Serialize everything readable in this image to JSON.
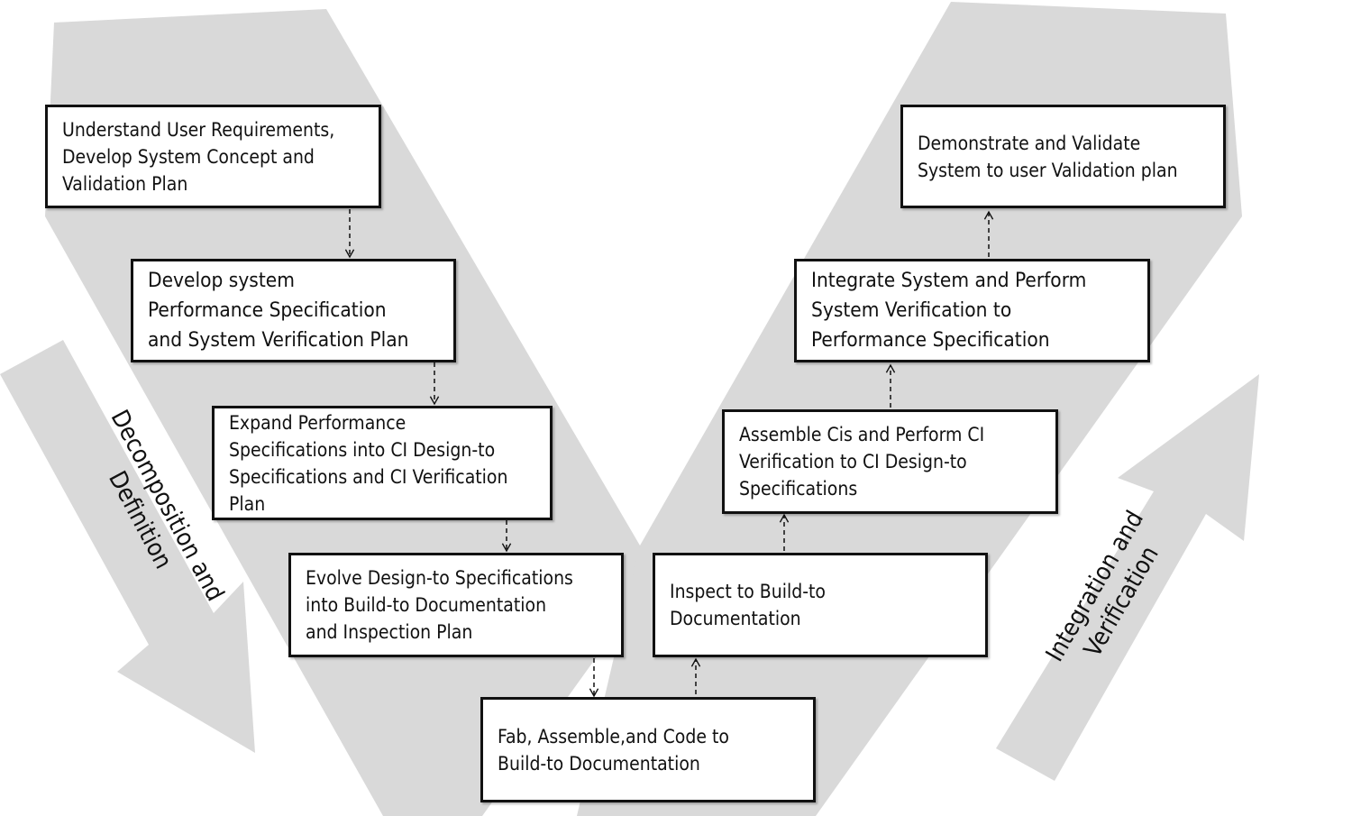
{
  "colors": {
    "band": "#d9d9d9",
    "box_border": "#111111",
    "text": "#111111"
  },
  "side_labels": {
    "left": "Decomposition and\nDefinition",
    "right": "Integration and\nVerification"
  },
  "steps": [
    {
      "id": "s1",
      "label": "Understand User Requirements,\nDevelop System Concept and\nValidation  Plan"
    },
    {
      "id": "s2",
      "label": "Develop system\nPerformance Specification\nand System Verification Plan"
    },
    {
      "id": "s3",
      "label": "Expand Performance\nSpecifications into CI Design-to\nSpecifications and CI Verification\nPlan"
    },
    {
      "id": "s4",
      "label": "Evolve Design-to Specifications\ninto Build-to Documentation\nand Inspection Plan"
    },
    {
      "id": "s5",
      "label": "Fab, Assemble,and Code to\nBuild-to Documentation"
    },
    {
      "id": "s6",
      "label": "Inspect to Build-to\nDocumentation"
    },
    {
      "id": "s7",
      "label": "Assemble Cis and Perform CI\nVerification to CI Design-to\nSpecifications"
    },
    {
      "id": "s8",
      "label": "Integrate System and Perform\nSystem Verification to\nPerformance Specification"
    },
    {
      "id": "s9",
      "label": "Demonstrate and Validate\nSystem to user Validation plan"
    }
  ]
}
